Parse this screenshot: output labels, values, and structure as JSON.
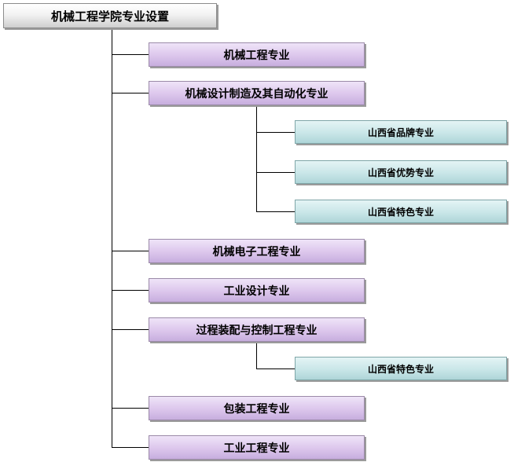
{
  "root": {
    "label": "机械工程学院专业设置"
  },
  "majors": [
    {
      "label": "机械工程专业"
    },
    {
      "label": "机械设计制造及其自动化专业"
    },
    {
      "label": "机械电子工程专业"
    },
    {
      "label": "工业设计专业"
    },
    {
      "label": "过程装配与控制工程专业"
    },
    {
      "label": "包装工程专业"
    },
    {
      "label": "工业工程专业"
    }
  ],
  "sub_designations": {
    "mechanical_design": [
      {
        "label": "山西省品牌专业"
      },
      {
        "label": "山西省优势专业"
      },
      {
        "label": "山西省特色专业"
      }
    ],
    "process_equipment": [
      {
        "label": "山西省特色专业"
      }
    ]
  },
  "colors": {
    "major_fill": "#dcc6ec",
    "minor_fill": "#c9e6e8",
    "root_fill": "#e6e6e6",
    "connector": "#000000"
  }
}
